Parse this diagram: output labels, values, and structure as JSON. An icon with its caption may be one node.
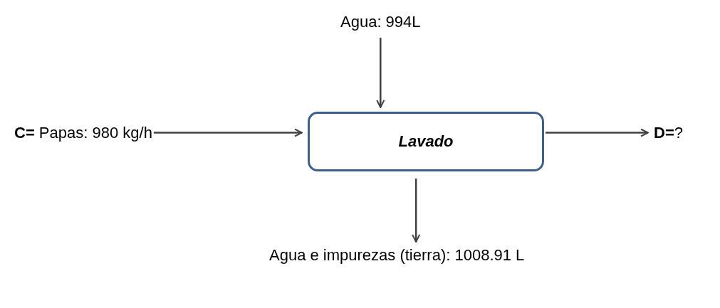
{
  "diagram": {
    "nodes": [
      {
        "text": [
          "Agua: 994L"
        ]
      },
      {
        "text": [
          "**C=** Papas: 980 kg/h"
        ]
      },
      {
        "text": [
          "Lavado"
        ]
      },
      {
        "text": [
          "**D=**?"
        ]
      },
      {
        "text": [
          "Agua e impurezas (tierra): 1008.91 L"
        ]
      }
    ],
    "edges": [
      {
        "from": 0,
        "to": 2,
        "arrow": "to"
      },
      {
        "from": 1,
        "to": 2,
        "arrow": "to"
      },
      {
        "from": 2,
        "to": 3,
        "arrow": "to"
      },
      {
        "from": 2,
        "to": 4,
        "arrow": "to"
      }
    ]
  }
}
